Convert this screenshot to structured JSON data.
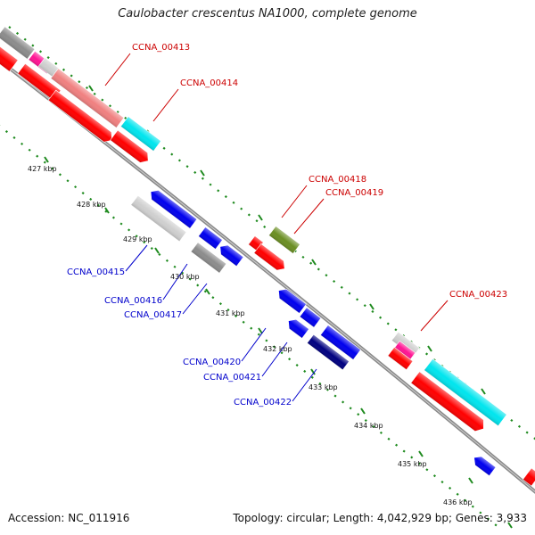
{
  "title": "Caulobacter crescentus NA1000, complete genome",
  "footer": {
    "accession": "Accession: NC_011916",
    "summary": "Topology: circular; Length: 4,042,929 bp; Genes: 3,933"
  },
  "colors": {
    "backbone": "#8a8a8a",
    "tick": "#1e8a1e",
    "forward_label": "#cc0000",
    "reverse_label": "#0000cc",
    "red": "#ff0000",
    "blue": "#0000ee",
    "cyan": "#00e5ee",
    "olive": "#6b8e23",
    "salmon": "#f08080",
    "gray": "#8c8c8c",
    "lightgray": "#cfcfcf",
    "magenta": "#ff1493",
    "navy": "#000080"
  },
  "kbp_labels": [
    "427 kbp",
    "428 kbp",
    "429 kbp",
    "430 kbp",
    "431 kbp",
    "432 kbp",
    "433 kbp",
    "434 kbp",
    "435 kbp",
    "436 kbp"
  ],
  "gene_labels": [
    {
      "text": "CCNA_00413",
      "strand": "forward"
    },
    {
      "text": "CCNA_00414",
      "strand": "forward"
    },
    {
      "text": "CCNA_00418",
      "strand": "forward"
    },
    {
      "text": "CCNA_00419",
      "strand": "forward"
    },
    {
      "text": "CCNA_00423",
      "strand": "forward"
    },
    {
      "text": "CCNA_00415",
      "strand": "reverse"
    },
    {
      "text": "CCNA_00416",
      "strand": "reverse"
    },
    {
      "text": "CCNA_00417",
      "strand": "reverse"
    },
    {
      "text": "CCNA_00420",
      "strand": "reverse"
    },
    {
      "text": "CCNA_00421",
      "strand": "reverse"
    },
    {
      "text": "CCNA_00422",
      "strand": "reverse"
    }
  ]
}
